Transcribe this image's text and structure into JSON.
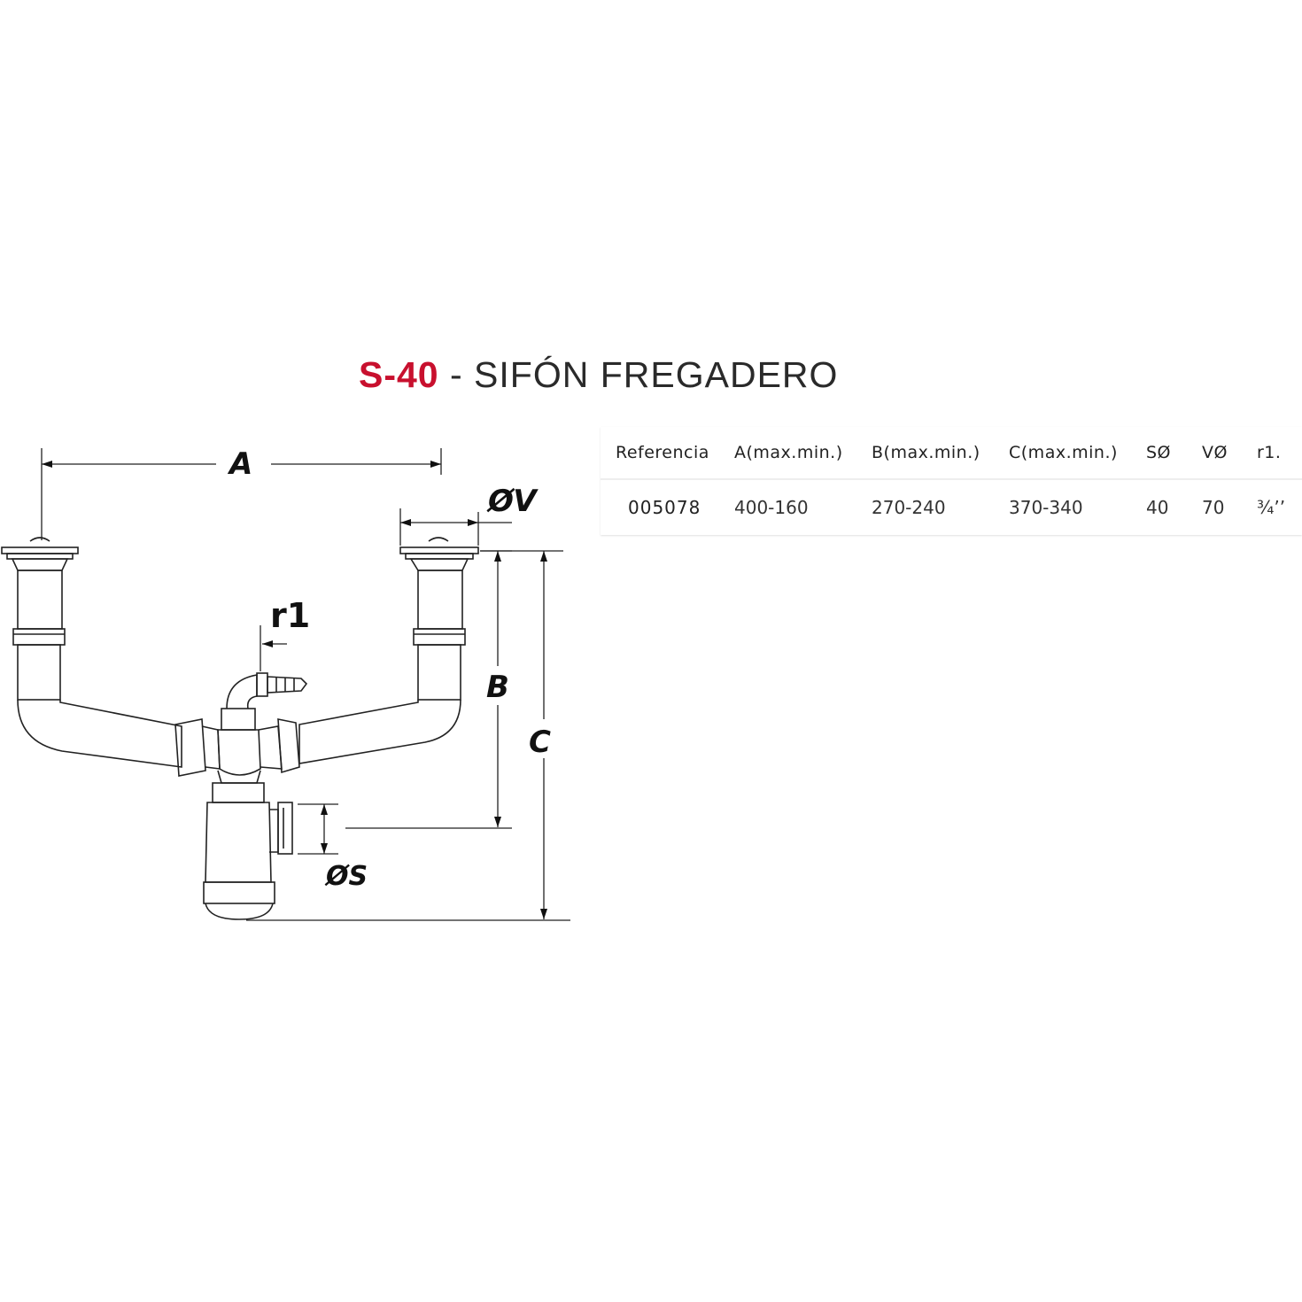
{
  "header": {
    "code": "S-40",
    "separator": " - ",
    "name": "SIFÓN FREGADERO"
  },
  "colors": {
    "accent": "#c8102e",
    "line": "#222222"
  },
  "diagram": {
    "labels": {
      "a": "A",
      "v": "ØV",
      "r1": "r1",
      "b": "B",
      "c": "C",
      "s": "ØS"
    }
  },
  "spec_table": {
    "headers": [
      "Referencia",
      "A(max.min.)",
      "B(max.min.)",
      "C(max.min.)",
      "SØ",
      "VØ",
      "r1."
    ],
    "rows": [
      [
        "005078",
        "400-160",
        "270-240",
        "370-340",
        "40",
        "70",
        "¾’’"
      ]
    ]
  }
}
